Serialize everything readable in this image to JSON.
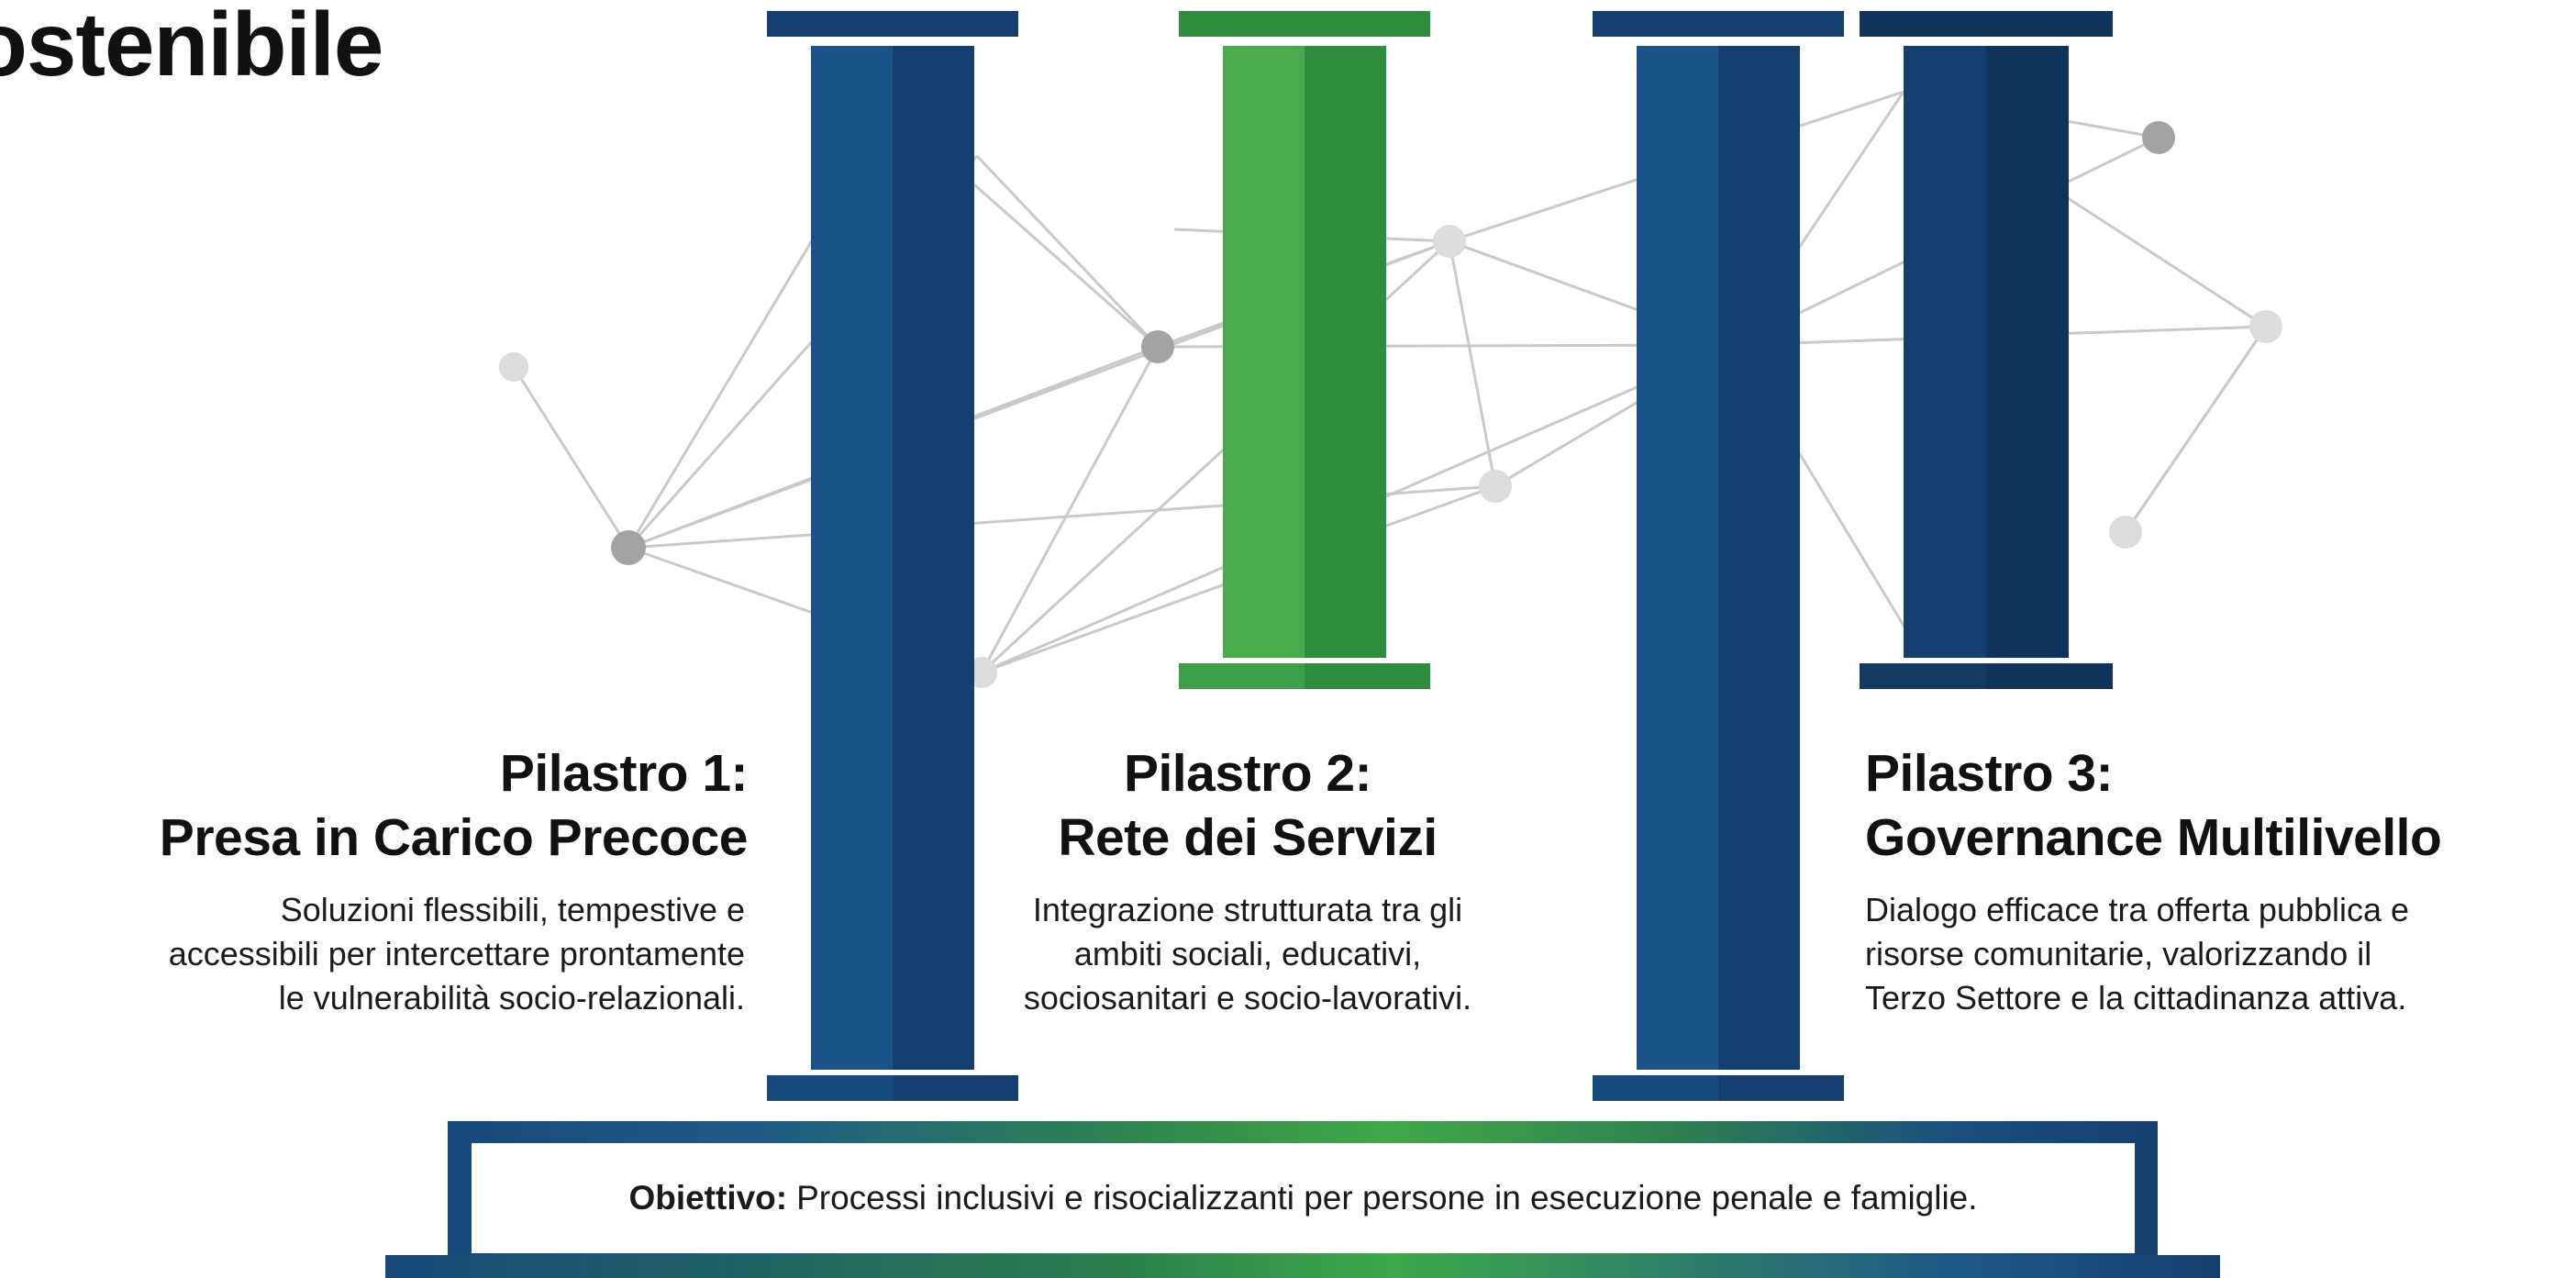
{
  "title": "ostenibile",
  "pillars": [
    {
      "id": "p1",
      "heading": "Pilastro 1:",
      "name": "Presa in Carico Precoce",
      "description": [
        "Soluzioni flessibili, tempestive e",
        "accessibili per intercettare prontamente",
        "le vulnerabilità socio-relazionali."
      ]
    },
    {
      "id": "p2",
      "heading": "Pilastro 2:",
      "name": "Rete dei Servizi",
      "description": [
        "Integrazione strutturata tra gli",
        "ambiti sociali, educativi,",
        "sociosanitari e socio-lavorativi."
      ]
    },
    {
      "id": "p3",
      "heading": "Pilastro 3:",
      "name": "Governance Multilivello",
      "description": [
        "Dialogo efficace tra offerta pubblica e",
        "risorse comunitarie, valorizzando il",
        "Terzo Settore e la cittadinanza attiva."
      ]
    }
  ],
  "objective": {
    "label": "Obiettivo:",
    "text": "Processi inclusivi e risocializzanti per persone in esecuzione penale e famiglie."
  },
  "colors": {
    "navy_light": "#1a5387",
    "navy_dark": "#153f6e",
    "green_light": "#48ac4c",
    "green_dark": "#2e8d3f",
    "network_node_dark": "#a3a3a3",
    "network_node_light": "#dcdcdc"
  }
}
